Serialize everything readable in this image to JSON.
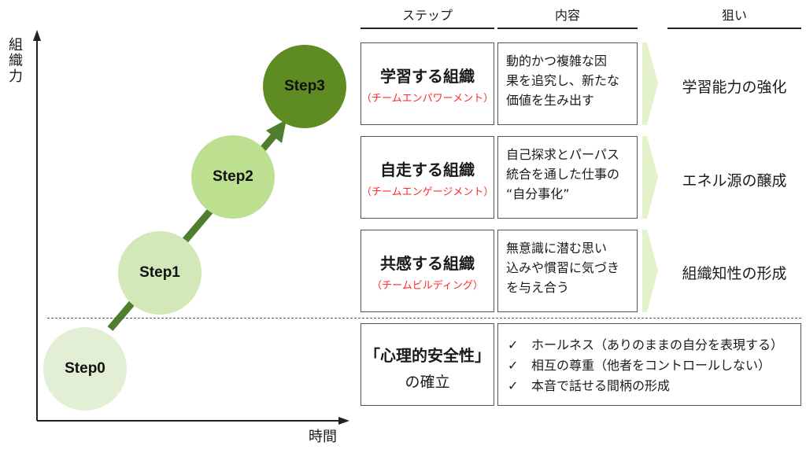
{
  "y_axis_label_chars": [
    "組",
    "織",
    "力"
  ],
  "x_axis_label": "時間",
  "headers": {
    "step": "ステップ",
    "content": "内容",
    "aim": "狙い"
  },
  "circles": [
    {
      "label": "Step0",
      "color": "#e2efd5"
    },
    {
      "label": "Step1",
      "color": "#d3e8b8"
    },
    {
      "label": "Step2",
      "color": "#bce08f"
    },
    {
      "label": "Step3",
      "color": "#5e8c22"
    }
  ],
  "rows": [
    {
      "title": "学習する組織",
      "subtitle": "（チームエンパワーメント）",
      "description": "動的かつ複雑な因\n果を追究し、新たな\n価値を生み出す",
      "aim": "学習能力の強化"
    },
    {
      "title": "自走する組織",
      "subtitle": "（チームエンゲージメント）",
      "description": "自己探求とパーパス\n統合を通した仕事の\n“自分事化”",
      "aim": "エネル源の醸成"
    },
    {
      "title": "共感する組織",
      "subtitle": "（チームビルディング）",
      "description": "無意識に潜む思い\n込みや慣習に気づき\nを与え合う",
      "aim": "組織知性の形成"
    }
  ],
  "foundation": {
    "title": "「心理的安全性」",
    "subtitle": "の確立",
    "check_symbol": "✓",
    "items": [
      "ホールネス（ありのままの自分を表現する）",
      "相互の尊重（他者をコントロールしない）",
      "本音で話せる間柄の形成"
    ]
  },
  "colors": {
    "arrow": "#4f7f2e",
    "chevron": "#e4f2cc"
  }
}
